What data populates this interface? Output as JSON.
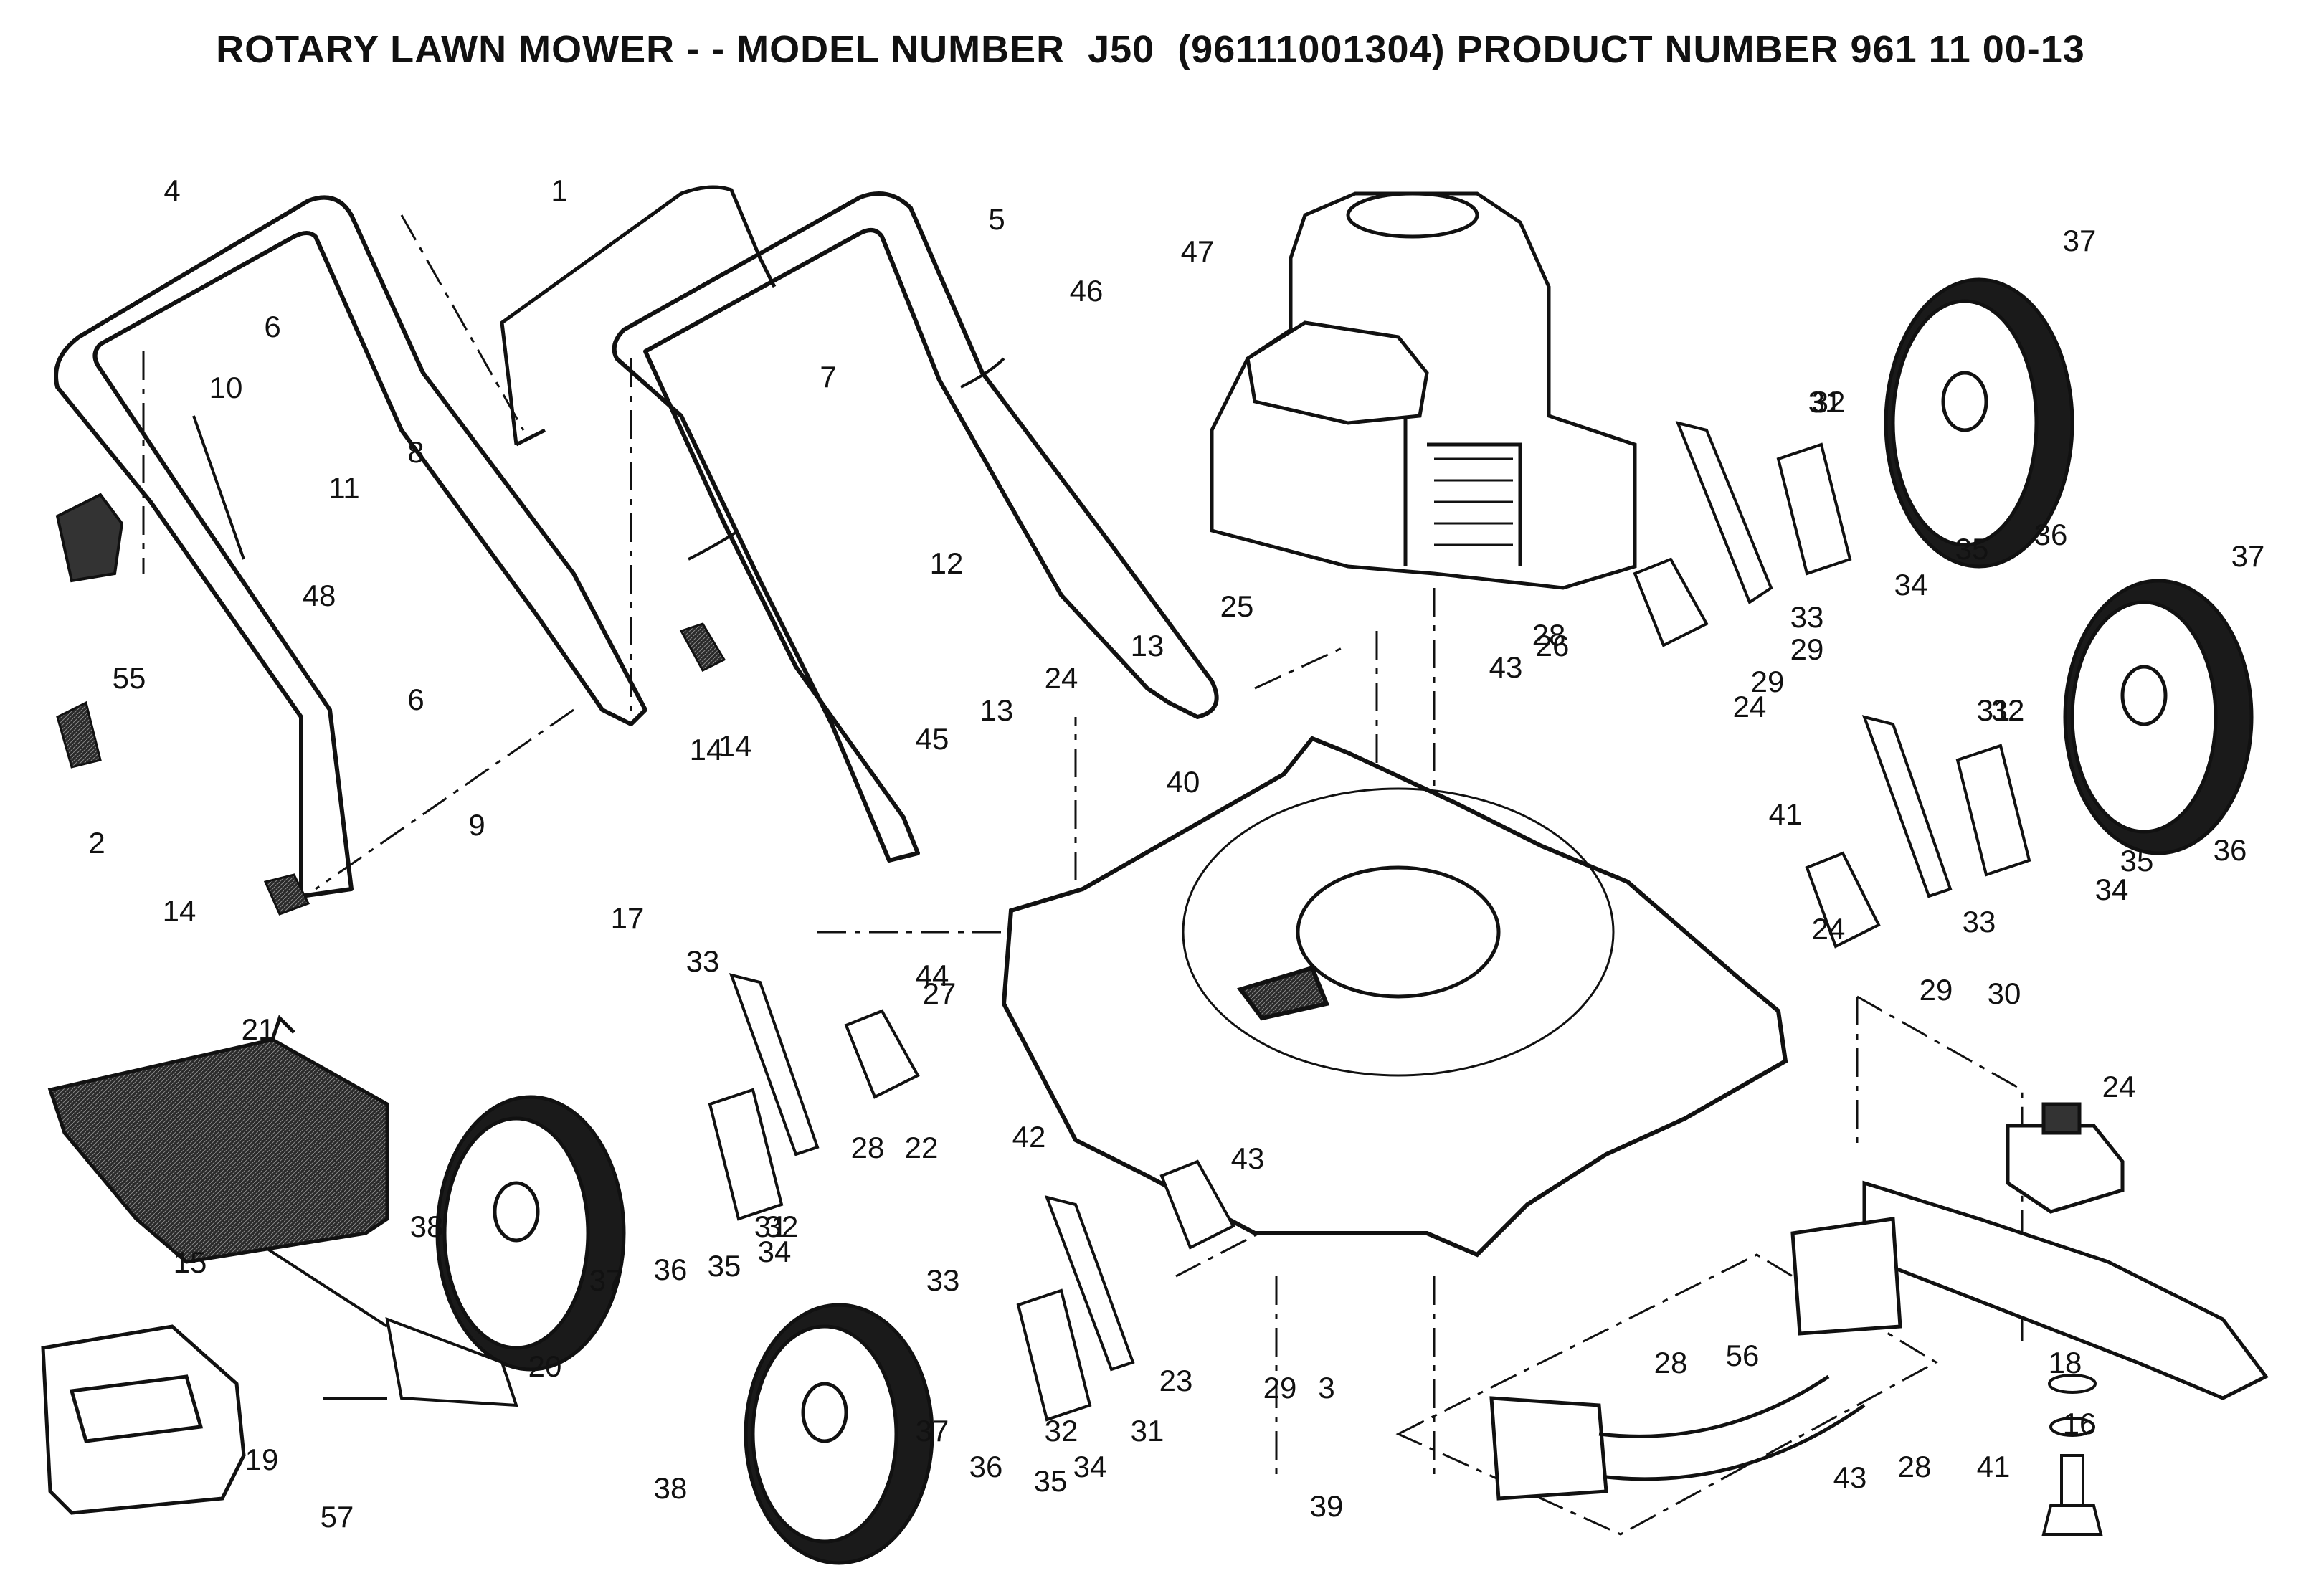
{
  "title": "ROTARY LAWN MOWER - - MODEL NUMBER  J50  (96111001304) PRODUCT NUMBER 961 11 00-13",
  "colors": {
    "ink": "#111111",
    "paper": "#ffffff",
    "tire": "#1a1a1a",
    "shade": "#555555"
  },
  "callouts": [
    "1",
    "2",
    "3",
    "4",
    "5",
    "6",
    "6",
    "7",
    "8",
    "9",
    "10",
    "11",
    "12",
    "13",
    "13",
    "14",
    "14",
    "14",
    "15",
    "16",
    "17",
    "18",
    "19",
    "20",
    "21",
    "22",
    "23",
    "24",
    "24",
    "24",
    "24",
    "25",
    "26",
    "27",
    "28",
    "28",
    "28",
    "28",
    "29",
    "29",
    "29",
    "29",
    "30",
    "31",
    "31",
    "31",
    "31",
    "32",
    "32",
    "32",
    "32",
    "33",
    "33",
    "33",
    "33",
    "34",
    "34",
    "34",
    "34",
    "35",
    "35",
    "35",
    "35",
    "36",
    "36",
    "36",
    "36",
    "37",
    "37",
    "37",
    "37",
    "38",
    "38",
    "39",
    "40",
    "41",
    "41",
    "42",
    "43",
    "43",
    "43",
    "44",
    "45",
    "46",
    "47",
    "48",
    "55",
    "56",
    "57"
  ],
  "parts": [
    {
      "name": "lower-handle",
      "icon": "handle-frame-icon"
    },
    {
      "name": "upper-handle",
      "icon": "handle-frame-icon"
    },
    {
      "name": "engine",
      "icon": "engine-icon"
    },
    {
      "name": "deck",
      "icon": "deck-icon"
    },
    {
      "name": "wheel",
      "icon": "wheel-icon"
    },
    {
      "name": "blade",
      "icon": "blade-icon"
    },
    {
      "name": "rear-deflector",
      "icon": "deflector-icon"
    }
  ]
}
